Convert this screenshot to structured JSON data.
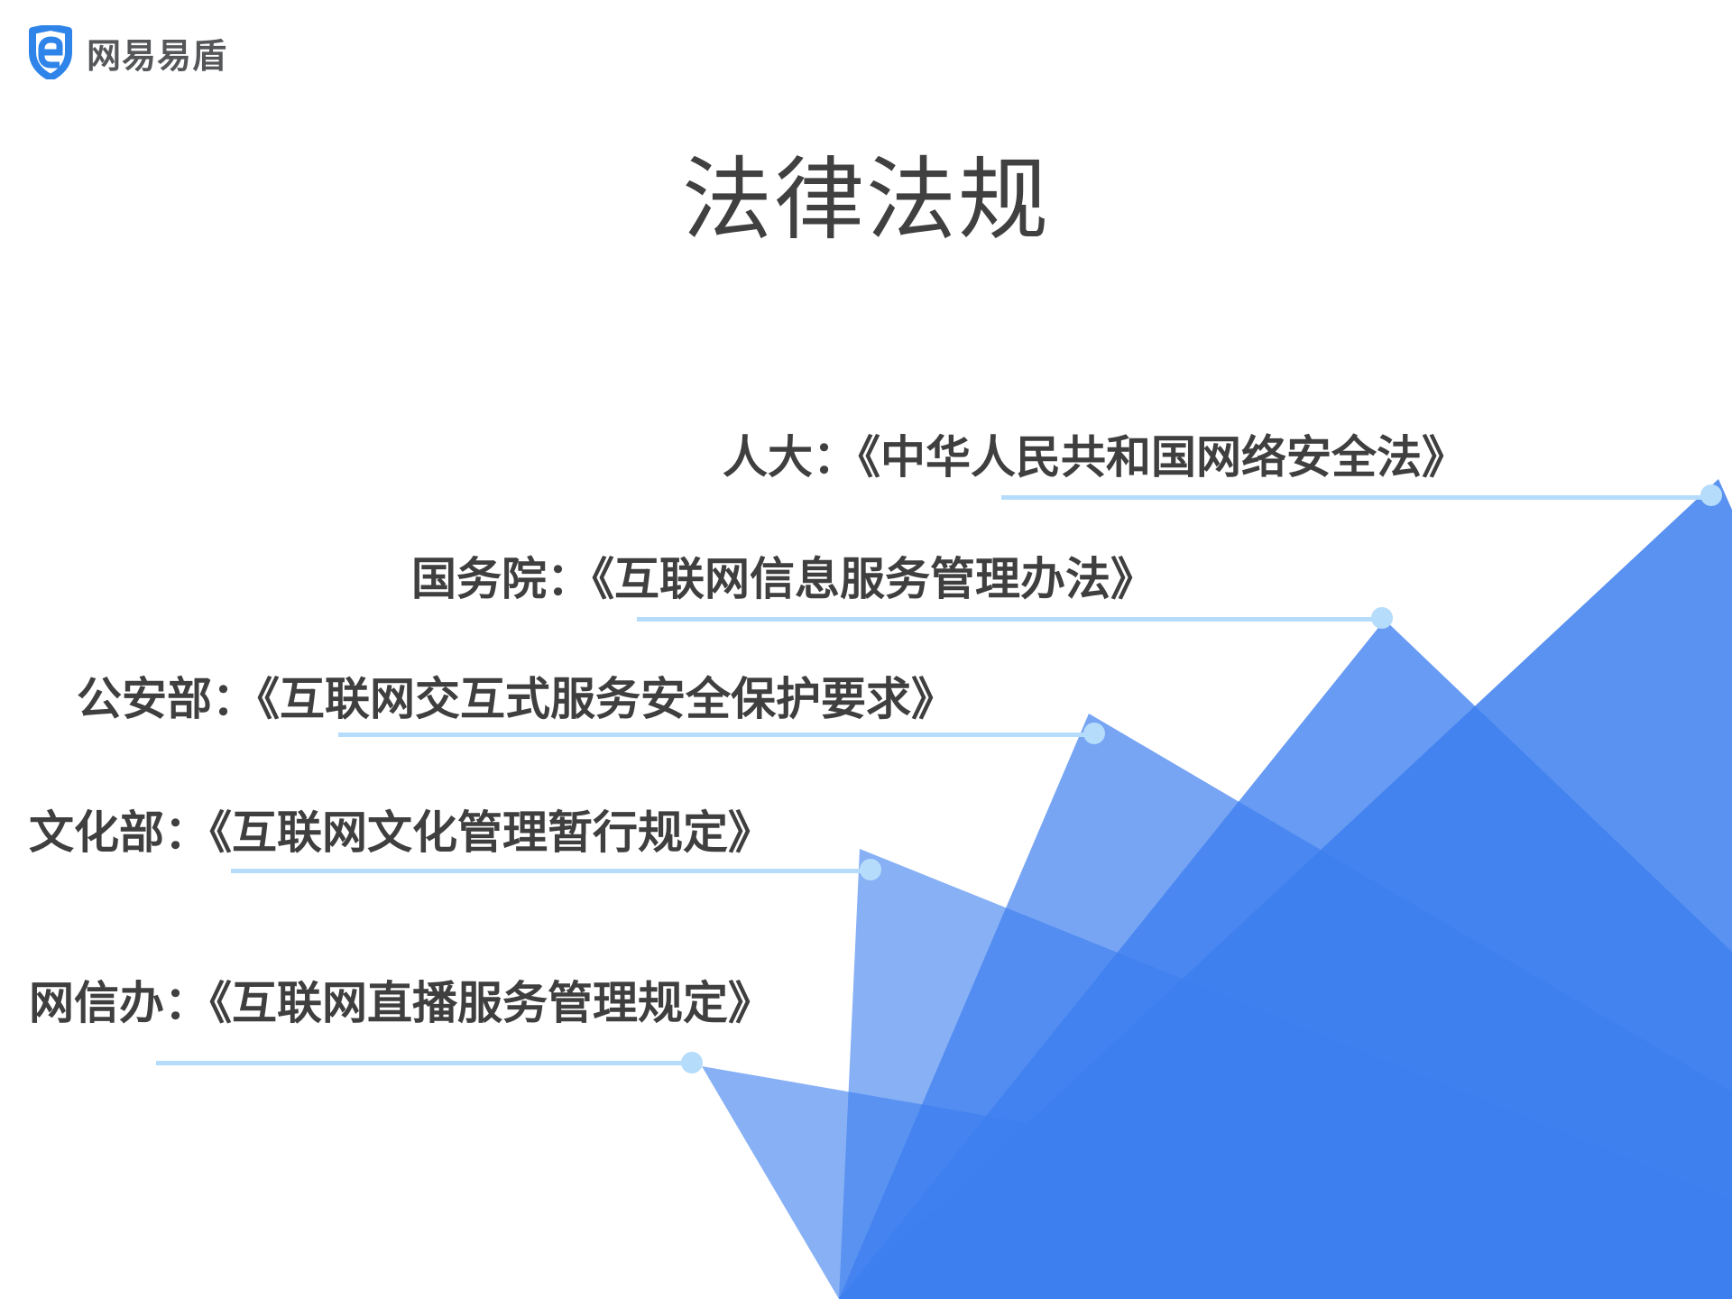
{
  "brand": {
    "name": "网易易盾",
    "logo_icon": "shield-e-icon",
    "color": "#2F84EA"
  },
  "slide": {
    "title": "法律法规"
  },
  "laws": [
    {
      "authority": "人大",
      "separator": "：",
      "document": "《中华人民共和国网络安全法》"
    },
    {
      "authority": "国务院",
      "separator": "：",
      "document": "《互联网信息服务管理办法》"
    },
    {
      "authority": "公安部",
      "separator": "：",
      "document": "《互联网交互式服务安全保护要求》"
    },
    {
      "authority": "文化部",
      "separator": "：",
      "document": "《互联网文化管理暂行规定》"
    },
    {
      "authority": "网信办",
      "separator": "：",
      "document": "《互联网直播服务管理规定》"
    }
  ],
  "colors": {
    "mountain": "#3D7FEF",
    "leader": "#B5DCFB",
    "text": "#3F3F3F"
  }
}
